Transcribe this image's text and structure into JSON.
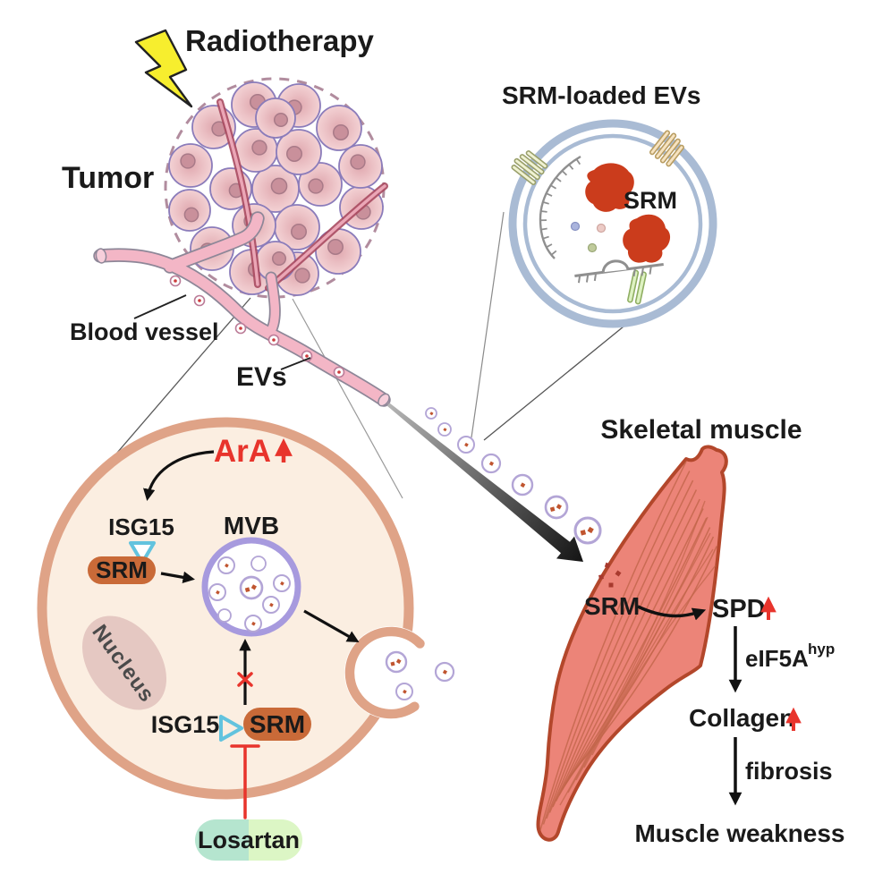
{
  "header": {
    "radiotherapy": "Radiotherapy",
    "tumor": "Tumor",
    "blood_vessel": "Blood vessel",
    "evs": "EVs"
  },
  "srm_ev": {
    "title": "SRM-loaded EVs",
    "srm": "SRM"
  },
  "tumor_cell": {
    "ara": "ArA",
    "isg15_top": "ISG15",
    "srm_top": "SRM",
    "mvb": "MVB",
    "nucleus": "Nucleus",
    "isg15_bottom": "ISG15",
    "srm_bottom": "SRM",
    "losartan": "Losartan"
  },
  "muscle": {
    "title": "Skeletal muscle",
    "srm": "SRM",
    "spd": "SPD",
    "eif5a": "eIF5A",
    "eif5a_sup": "hyp",
    "collagen": "Collagen",
    "fibrosis": "fibrosis",
    "weakness": "Muscle weakness"
  },
  "colors": {
    "red": "#e8342c",
    "srm_chip": "#c96a38",
    "losartan_left": "#b5e5cf",
    "losartan_right": "#dcf6c5",
    "muscle": "#ec8478",
    "muscle_stroke": "#b3472b",
    "cell_fill": "#fbeee1",
    "cell_stroke": "#dfa387",
    "mvb": "#a79ade",
    "ev_ring": "#b3a5d6",
    "cyan": "#62c3de",
    "vessel": "#f3b6c6",
    "bolt": "#f7ee2e",
    "ev_membrane": "#a9bbd4",
    "srm_blob": "#cb3c1c",
    "dashed": "#b18c9e"
  }
}
